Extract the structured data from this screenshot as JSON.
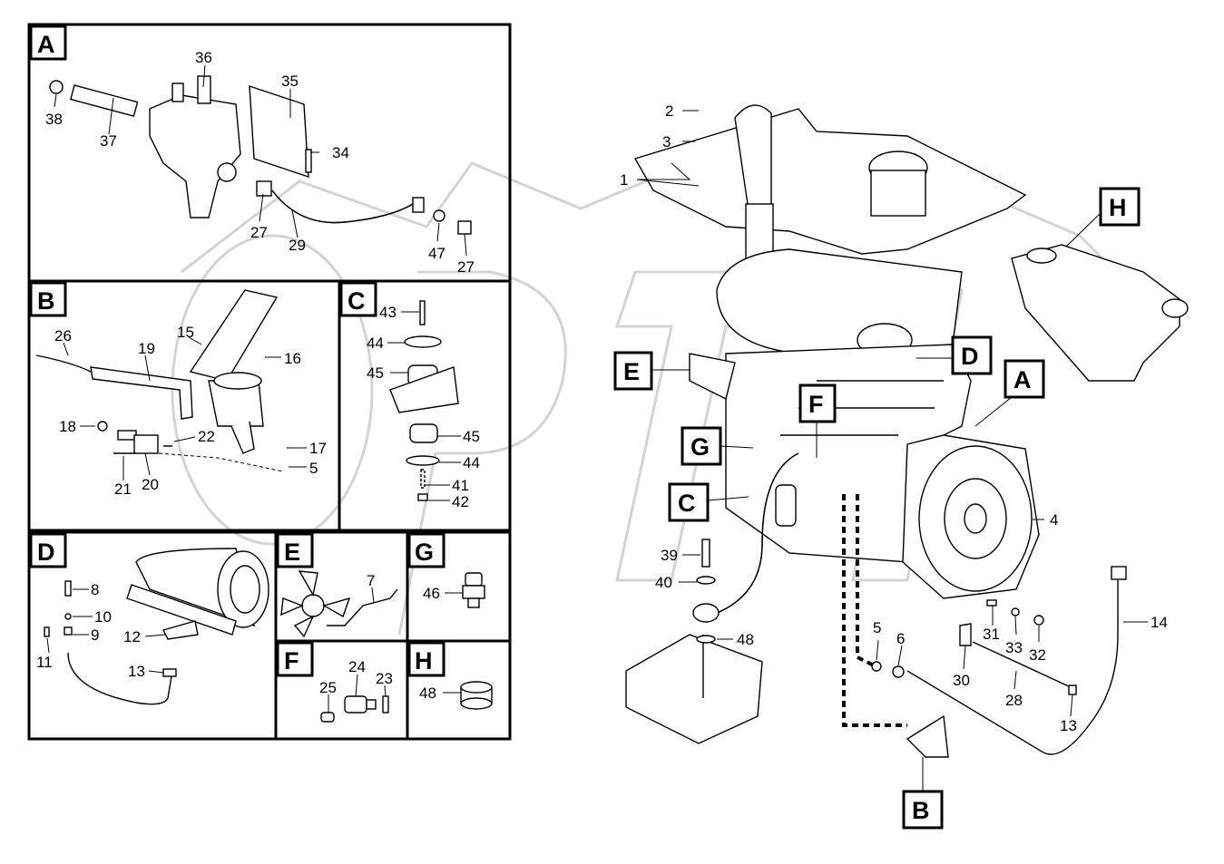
{
  "watermark": {
    "stamp": "ОРТ"
  },
  "panels": {
    "A": {
      "label": "A",
      "callouts": [
        "36",
        "35",
        "38",
        "37",
        "34",
        "27",
        "29",
        "47",
        "27"
      ]
    },
    "B": {
      "label": "B",
      "callouts": [
        "26",
        "19",
        "15",
        "16",
        "18",
        "22",
        "17",
        "5",
        "21",
        "20"
      ]
    },
    "C": {
      "label": "C",
      "callouts": [
        "43",
        "44",
        "45",
        "45",
        "44",
        "41",
        "42"
      ]
    },
    "D": {
      "label": "D",
      "callouts": [
        "8",
        "10",
        "9",
        "11",
        "12",
        "13"
      ]
    },
    "E": {
      "label": "E",
      "callouts": [
        "7"
      ]
    },
    "F": {
      "label": "F",
      "callouts": [
        "24",
        "25",
        "23"
      ]
    },
    "G": {
      "label": "G",
      "callouts": [
        "46"
      ]
    },
    "H": {
      "label": "H",
      "callouts": [
        "48"
      ]
    }
  },
  "main": {
    "markers": [
      "H",
      "E",
      "D",
      "A",
      "F",
      "G",
      "C",
      "B"
    ],
    "callouts": [
      "2",
      "3",
      "1",
      "4",
      "39",
      "40",
      "48",
      "5",
      "6",
      "31",
      "33",
      "32",
      "30",
      "28",
      "13",
      "14"
    ]
  }
}
